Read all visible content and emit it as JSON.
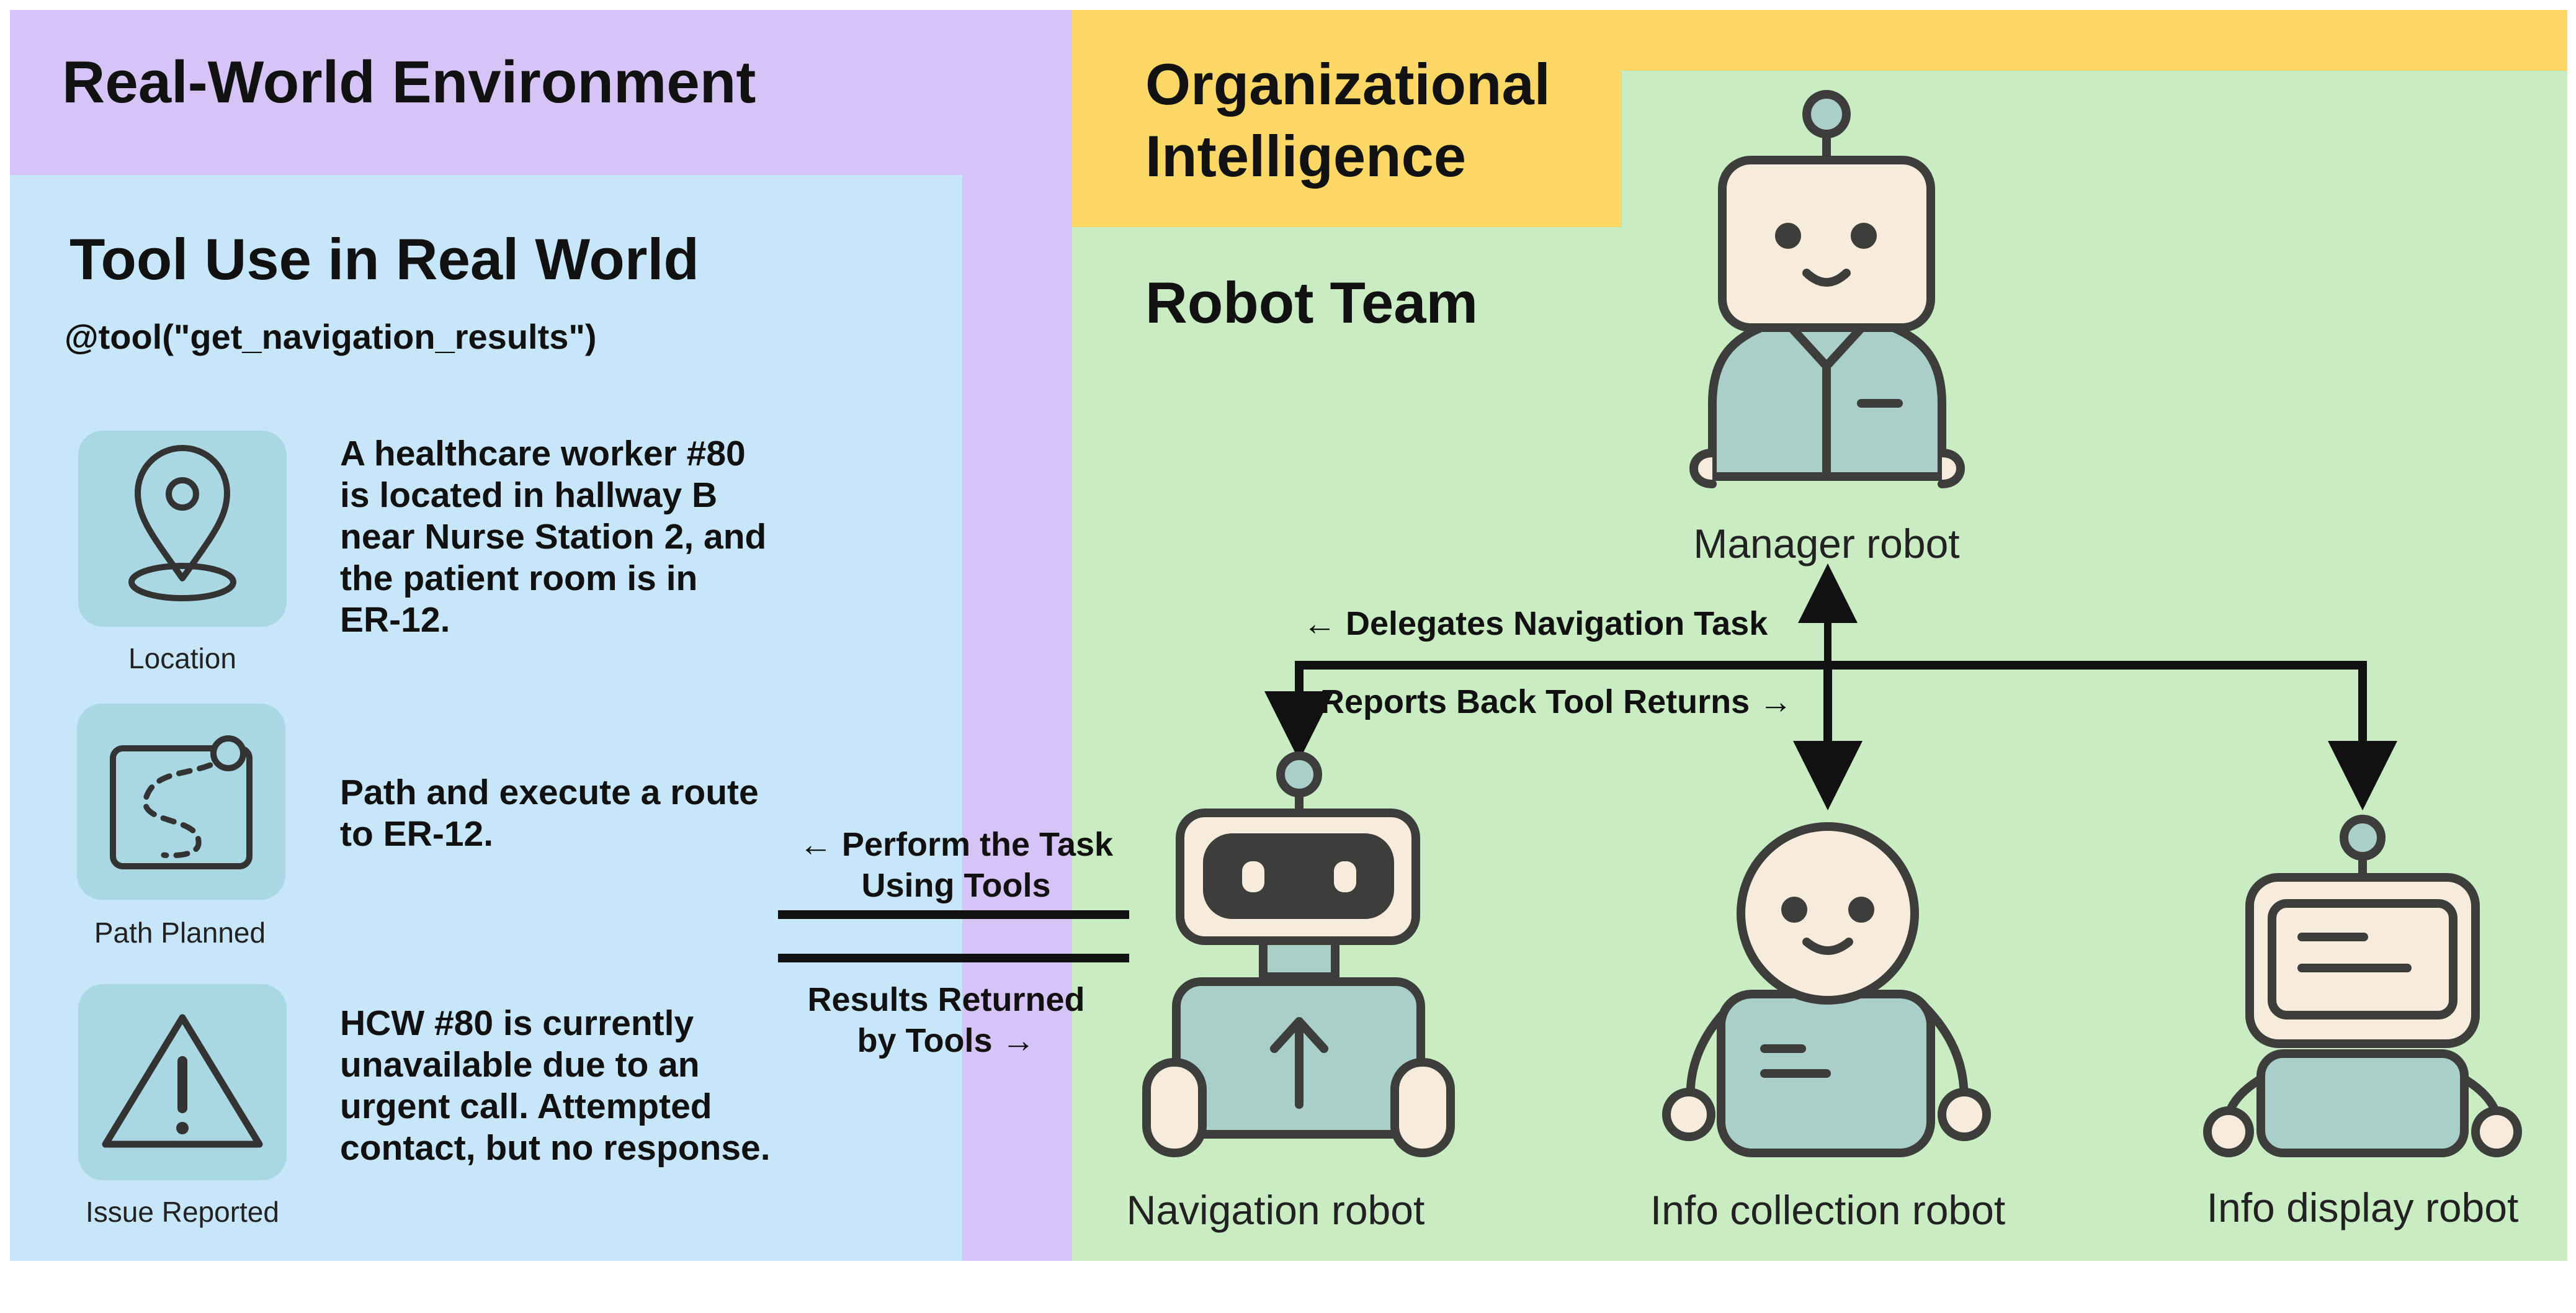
{
  "left": {
    "section_title": "Real-World Environment",
    "tool_title": "Tool Use in Real World",
    "tool_call": "@tool(\"get_navigation_results\")",
    "items": [
      {
        "icon": "location-pin-icon",
        "label": "Location",
        "text": "A healthcare worker #80\nis located in hallway B\nnear Nurse Station 2, and\nthe patient room is in\nER-12."
      },
      {
        "icon": "map-route-icon",
        "label": "Path Planned",
        "text": "Path and execute a route\nto ER-12."
      },
      {
        "icon": "warning-triangle-icon",
        "label": "Issue Reported",
        "text": "HCW #80 is currently\nunavailable due to an\nurgent call. Attempted\ncontact, but no response."
      }
    ]
  },
  "middle": {
    "perform_label": "← Perform the Task\nUsing Tools",
    "results_label": "Results Returned\nby Tools →"
  },
  "right": {
    "section_title": "Organizational\nIntelligence",
    "team_title": "Robot Team",
    "delegates_label": "← Delegates Navigation Task",
    "reports_label": "Reports Back Tool Returns →",
    "robots": {
      "manager": "Manager robot",
      "navigation": "Navigation robot",
      "info_collection": "Info collection robot",
      "info_display": "Info display robot"
    }
  },
  "colors": {
    "purple": "#d6c4f7",
    "blue": "#c8e6fa",
    "green": "#c9ecc3",
    "yellow": "#fdd866",
    "robot_body": "#a9cfc8",
    "robot_face": "#f7ecdc",
    "outline": "#3d3d3b"
  }
}
